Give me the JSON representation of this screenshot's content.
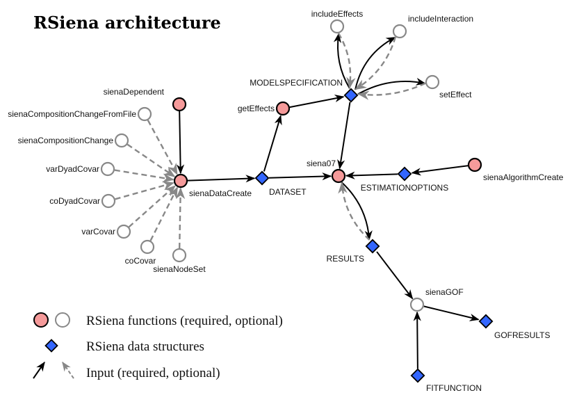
{
  "title": "RSiena architecture",
  "colors": {
    "required_fill": "#f59a9a",
    "optional_fill": "#ffffff",
    "required_stroke": "#000000",
    "optional_stroke": "#888888",
    "data_fill": "#3366ff",
    "edge_required": "#000000",
    "edge_optional": "#888888"
  },
  "nodes": [
    {
      "id": "sienaDependent",
      "label": "sienaDependent",
      "kind": "required"
    },
    {
      "id": "sienaCompositionChangeFromFile",
      "label": "sienaCompositionChangeFromFile",
      "kind": "optional"
    },
    {
      "id": "sienaCompositionChange",
      "label": "sienaCompositionChange",
      "kind": "optional"
    },
    {
      "id": "varDyadCovar",
      "label": "varDyadCovar",
      "kind": "optional"
    },
    {
      "id": "coDyadCovar",
      "label": "coDyadCovar",
      "kind": "optional"
    },
    {
      "id": "varCovar",
      "label": "varCovar",
      "kind": "optional"
    },
    {
      "id": "coCovar",
      "label": "coCovar",
      "kind": "optional"
    },
    {
      "id": "sienaNodeSet",
      "label": "sienaNodeSet",
      "kind": "optional"
    },
    {
      "id": "sienaDataCreate",
      "label": "sienaDataCreate",
      "kind": "required"
    },
    {
      "id": "DATASET",
      "label": "DATASET",
      "kind": "data"
    },
    {
      "id": "getEffects",
      "label": "getEffects",
      "kind": "required"
    },
    {
      "id": "MODELSPECIFICATION",
      "label": "MODELSPECIFICATION",
      "kind": "data"
    },
    {
      "id": "includeEffects",
      "label": "includeEffects",
      "kind": "optional"
    },
    {
      "id": "includeInteraction",
      "label": "includeInteraction",
      "kind": "optional"
    },
    {
      "id": "setEffect",
      "label": "setEffect",
      "kind": "optional"
    },
    {
      "id": "siena07",
      "label": "siena07",
      "kind": "required"
    },
    {
      "id": "ESTIMATIONOPTIONS",
      "label": "ESTIMATIONOPTIONS",
      "kind": "data"
    },
    {
      "id": "sienaAlgorithmCreate",
      "label": "sienaAlgorithmCreate",
      "kind": "required"
    },
    {
      "id": "RESULTS",
      "label": "RESULTS",
      "kind": "data"
    },
    {
      "id": "sienaGOF",
      "label": "sienaGOF",
      "kind": "optional"
    },
    {
      "id": "GOFRESULTS",
      "label": "GOFRESULTS",
      "kind": "data"
    },
    {
      "id": "FITFUNCTION",
      "label": "FITFUNCTION",
      "kind": "data"
    }
  ],
  "edges": [
    {
      "from": "sienaDependent",
      "to": "sienaDataCreate",
      "type": "required"
    },
    {
      "from": "sienaCompositionChangeFromFile",
      "to": "sienaDataCreate",
      "type": "optional"
    },
    {
      "from": "sienaCompositionChange",
      "to": "sienaDataCreate",
      "type": "optional"
    },
    {
      "from": "varDyadCovar",
      "to": "sienaDataCreate",
      "type": "optional"
    },
    {
      "from": "coDyadCovar",
      "to": "sienaDataCreate",
      "type": "optional"
    },
    {
      "from": "varCovar",
      "to": "sienaDataCreate",
      "type": "optional"
    },
    {
      "from": "coCovar",
      "to": "sienaDataCreate",
      "type": "optional"
    },
    {
      "from": "sienaNodeSet",
      "to": "sienaDataCreate",
      "type": "optional"
    },
    {
      "from": "sienaDataCreate",
      "to": "DATASET",
      "type": "required"
    },
    {
      "from": "DATASET",
      "to": "getEffects",
      "type": "required"
    },
    {
      "from": "DATASET",
      "to": "siena07",
      "type": "required"
    },
    {
      "from": "getEffects",
      "to": "MODELSPECIFICATION",
      "type": "required"
    },
    {
      "from": "MODELSPECIFICATION",
      "to": "includeEffects",
      "type": "required"
    },
    {
      "from": "includeEffects",
      "to": "MODELSPECIFICATION",
      "type": "optional"
    },
    {
      "from": "MODELSPECIFICATION",
      "to": "includeInteraction",
      "type": "required"
    },
    {
      "from": "includeInteraction",
      "to": "MODELSPECIFICATION",
      "type": "optional"
    },
    {
      "from": "MODELSPECIFICATION",
      "to": "setEffect",
      "type": "required"
    },
    {
      "from": "setEffect",
      "to": "MODELSPECIFICATION",
      "type": "optional"
    },
    {
      "from": "MODELSPECIFICATION",
      "to": "siena07",
      "type": "required"
    },
    {
      "from": "sienaAlgorithmCreate",
      "to": "ESTIMATIONOPTIONS",
      "type": "required"
    },
    {
      "from": "ESTIMATIONOPTIONS",
      "to": "siena07",
      "type": "required"
    },
    {
      "from": "siena07",
      "to": "RESULTS",
      "type": "required"
    },
    {
      "from": "RESULTS",
      "to": "siena07",
      "type": "optional"
    },
    {
      "from": "RESULTS",
      "to": "sienaGOF",
      "type": "required"
    },
    {
      "from": "sienaGOF",
      "to": "GOFRESULTS",
      "type": "required"
    },
    {
      "from": "FITFUNCTION",
      "to": "sienaGOF",
      "type": "required"
    }
  ],
  "legend": {
    "functions": "RSiena functions (required, optional)",
    "data_structures": "RSiena data structures",
    "input": "Input (required, optional)"
  }
}
